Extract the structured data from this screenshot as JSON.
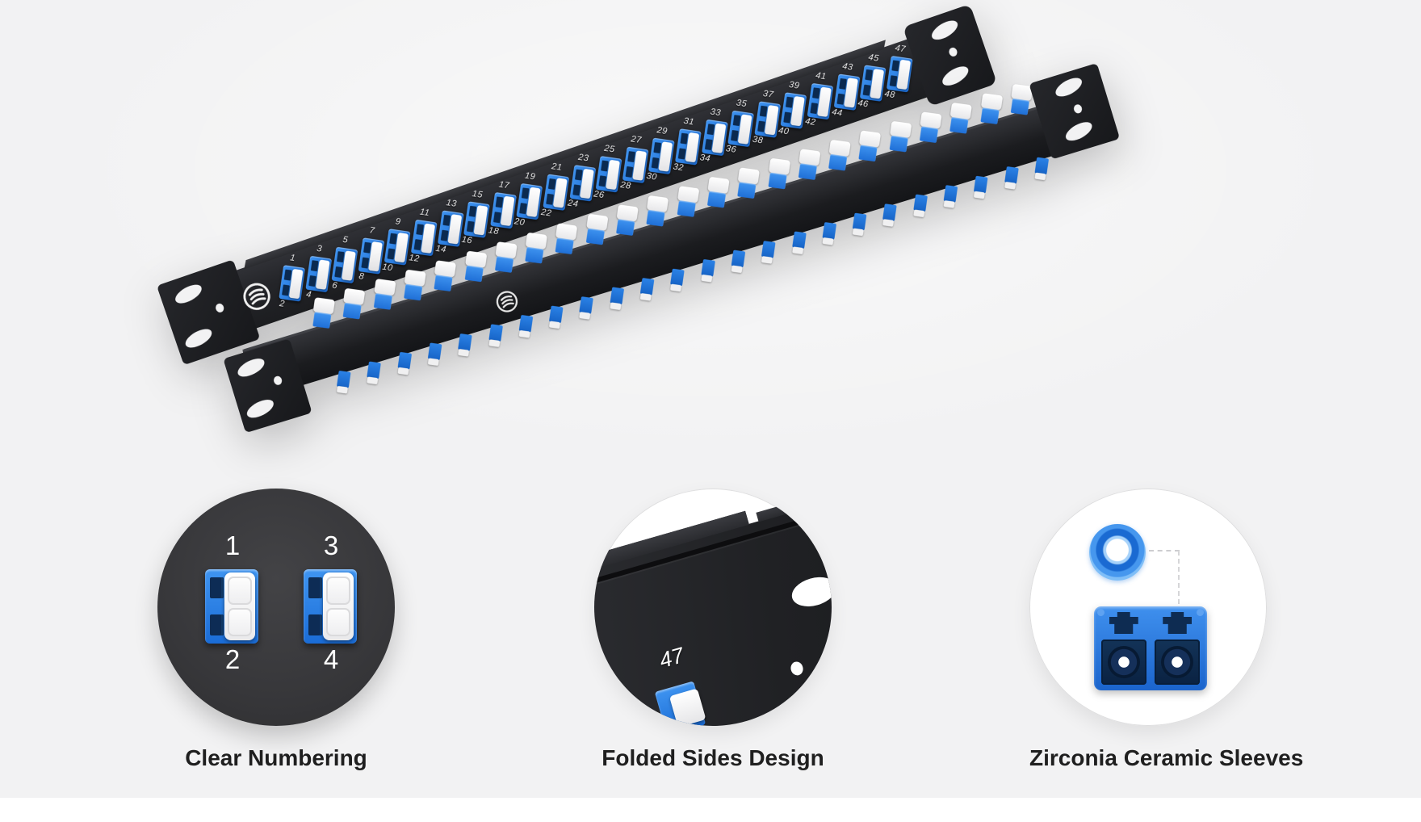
{
  "page": {
    "background_color": "#f2f2f3",
    "bottom_strip_color": "#ffffff"
  },
  "hero": {
    "description": "two 1U rack-mount fiber patch panels loaded with blue LC duplex adapters",
    "panel_color": "#222327",
    "adapter_blue": "#2278dd",
    "dust_cap_white": "#f2f2f2",
    "ports_total": 48,
    "odd_numbers": [
      "1",
      "3",
      "5",
      "7",
      "9",
      "11",
      "13",
      "15",
      "17",
      "19",
      "21",
      "23",
      "25",
      "27",
      "29",
      "31",
      "33",
      "35",
      "37",
      "39",
      "41",
      "43",
      "45",
      "47"
    ],
    "even_numbers": [
      "2",
      "4",
      "6",
      "8",
      "10",
      "12",
      "14",
      "16",
      "18",
      "20",
      "22",
      "24",
      "26",
      "28",
      "30",
      "32",
      "34",
      "36",
      "38",
      "40",
      "42",
      "44",
      "46",
      "48"
    ]
  },
  "features": [
    {
      "id": "clear-numbering",
      "label": "Clear Numbering",
      "circle_style": "dark",
      "circle_color": "#39393b",
      "port_labels": [
        "1",
        "2",
        "3",
        "4"
      ]
    },
    {
      "id": "folded-sides",
      "label": "Folded Sides Design",
      "circle_style": "light",
      "port_label": "47"
    },
    {
      "id": "zirconia-sleeves",
      "label": "Zirconia Ceramic Sleeves",
      "circle_style": "light",
      "sleeve_color": "#2e86e4"
    }
  ]
}
